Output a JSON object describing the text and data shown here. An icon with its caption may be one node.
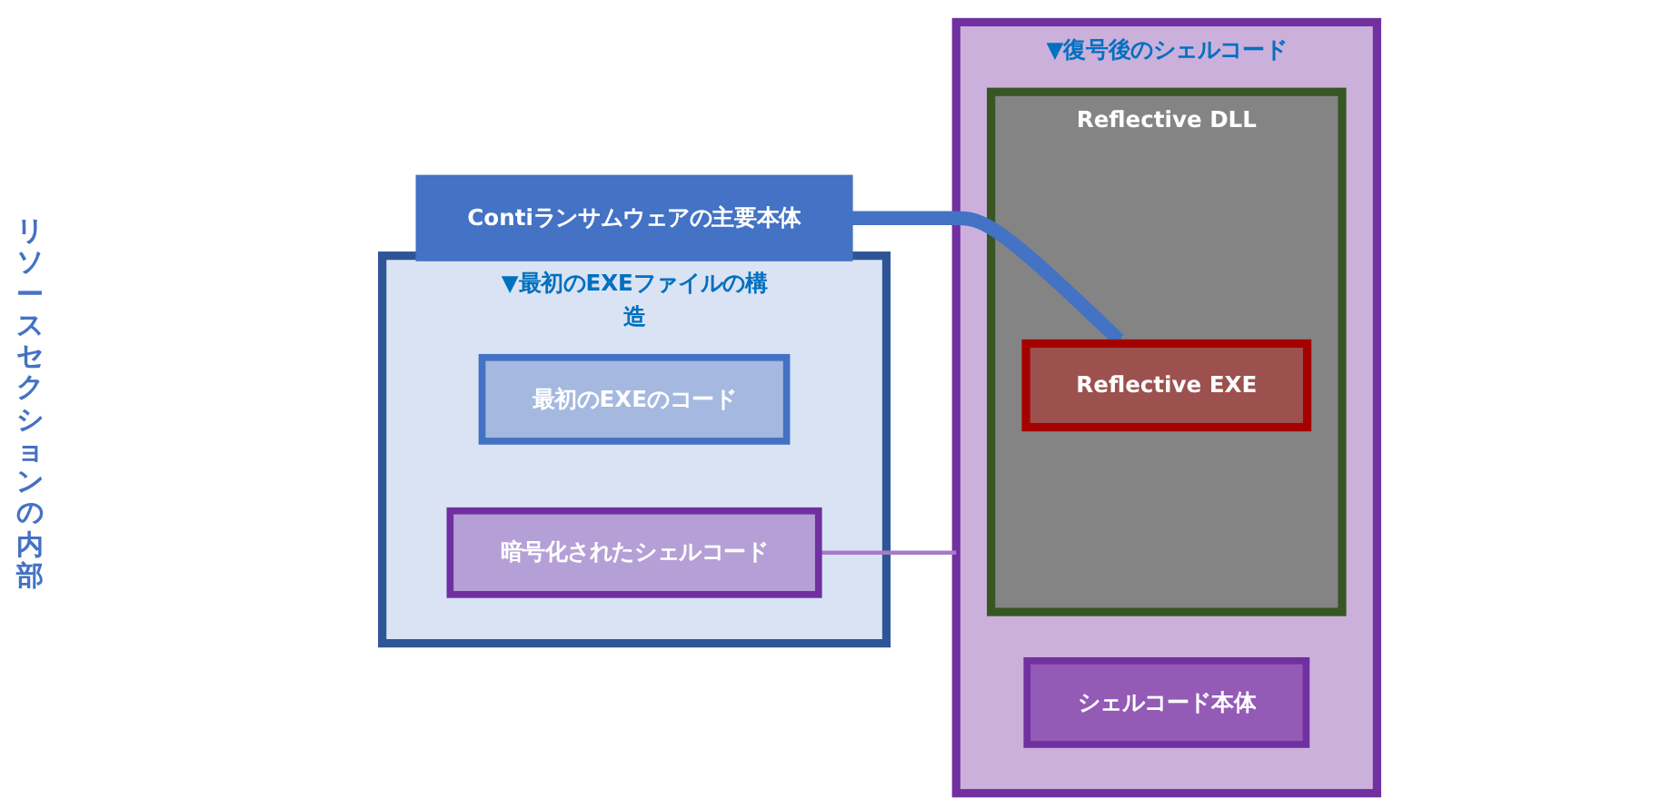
{
  "diagram": {
    "nodes": [
      {
        "text": [
          "▼最初のEXEファイルの構造"
        ]
      },
      {
        "text": [
          "最初のEXEのコード"
        ],
        "in": 0
      },
      {
        "text": [
          "暗号化されたシェルコード"
        ],
        "in": 0
      },
      {
        "text": [
          "▼復号後のシェルコード"
        ]
      },
      {
        "text": [
          "シェルコード本体"
        ],
        "in": 3
      },
      {
        "text": [
          "Reflective DLL"
        ],
        "in": 3
      },
      {
        "text": [
          "Reflective EXE"
        ],
        "in": 5
      },
      {
        "text": [
          "Contiランサムウェアの主要本体"
        ]
      }
    ],
    "edges": [
      {
        "from": 2,
        "to": 3,
        "arrow": "none",
        "color": "#a57cc8"
      },
      {
        "from": 7,
        "to": 6,
        "arrow": "to",
        "style": "thick",
        "color": "#4472c4"
      }
    ],
    "labels": [
      "リソースセクションの内部"
    ]
  }
}
